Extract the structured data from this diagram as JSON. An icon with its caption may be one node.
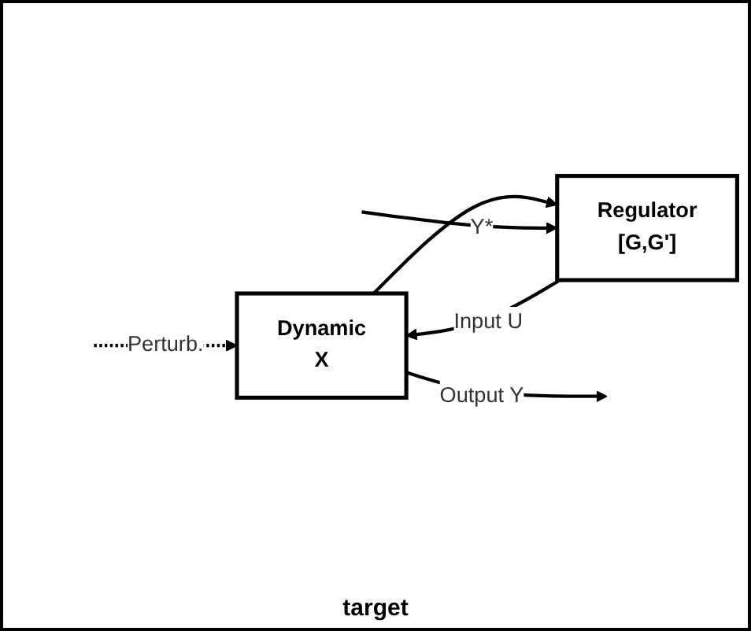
{
  "diagram": {
    "nodes": [
      {
        "text": [
          "Dynamic",
          "X"
        ]
      },
      {
        "text": [
          "Regulator",
          "[G,G']"
        ]
      }
    ],
    "edges": [
      {
        "from": 1,
        "to": 0,
        "arrow": "to",
        "label": "Input U"
      },
      {
        "from": 0,
        "to": 1,
        "arrow": "to"
      },
      {
        "from": 0,
        "to": null,
        "arrow": "to",
        "label": "Output Y"
      },
      {
        "from": null,
        "to": 0,
        "arrow": "to",
        "label": "Perturb.",
        "style": "dashed"
      },
      {
        "from": null,
        "to": 1,
        "arrow": "to",
        "label": "Y*"
      }
    ],
    "labels": [
      "target"
    ]
  }
}
